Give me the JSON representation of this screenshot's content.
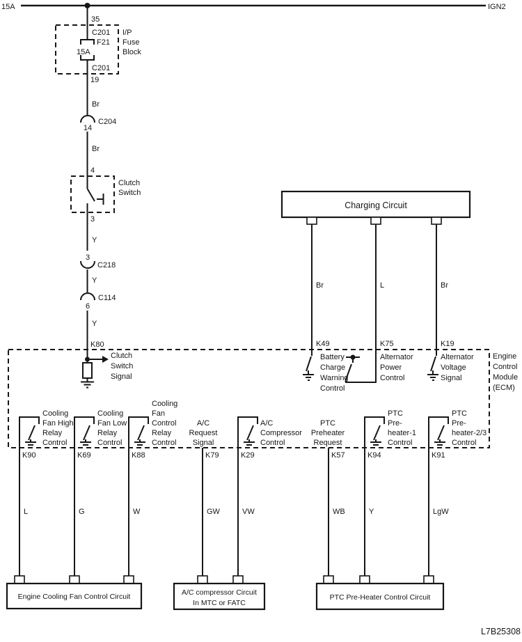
{
  "meta": {
    "doc_code": "L7B25308"
  },
  "power": {
    "fuse_rating": "15A",
    "bus_pin": "35",
    "ign": "IGN2"
  },
  "fuse_block": {
    "name": [
      "I/P",
      "Fuse",
      "Block"
    ],
    "conn_in": "C201",
    "fuse_id": "F21",
    "rating": "15A",
    "conn_out": "C201",
    "pin_out": "19"
  },
  "main_wire": {
    "w1": "Br",
    "w2": "Br",
    "w3": "Y",
    "w4": "Y",
    "w5": "Y"
  },
  "connectors": {
    "c204": {
      "id": "C204",
      "pin": "14"
    },
    "c218": {
      "id": "C218",
      "pin": "3"
    },
    "c114": {
      "id": "C114",
      "pin": "6"
    }
  },
  "clutch_switch": {
    "name": [
      "Clutch",
      "Switch"
    ],
    "pin_in": "4",
    "pin_out": "3"
  },
  "charging": {
    "label": "Charging Circuit"
  },
  "ecm": {
    "name": [
      "Engine",
      "Control",
      "Module",
      "(ECM)"
    ],
    "k80": {
      "id": "K80",
      "fn": [
        "Clutch",
        "Switch",
        "Signal"
      ]
    },
    "top_pins": [
      {
        "id": "K49",
        "wire": "Br",
        "fn": [
          "Battery",
          "Charge",
          "Warning",
          "Control"
        ]
      },
      {
        "id": "K75",
        "wire": "L",
        "fn": [
          "Alternator",
          "Power",
          "Control"
        ]
      },
      {
        "id": "K19",
        "wire": "Br",
        "fn": [
          "Alternator",
          "Voltage",
          "Signal"
        ]
      }
    ],
    "bottom_pins": [
      {
        "id": "K90",
        "wire": "L",
        "fn": [
          "Cooling",
          "Fan High",
          "Relay",
          "Control"
        ]
      },
      {
        "id": "K69",
        "wire": "G",
        "fn": [
          "Cooling",
          "Fan Low",
          "Relay",
          "Control"
        ]
      },
      {
        "id": "K88",
        "wire": "W",
        "fn": [
          "Cooling",
          "Fan",
          "Control",
          "Relay",
          "Control"
        ]
      },
      {
        "id": "K79",
        "wire": "GW",
        "fn": [
          "A/C",
          "Request",
          "Signal"
        ]
      },
      {
        "id": "K29",
        "wire": "VW",
        "fn": [
          "A/C",
          "Compressor",
          "Control"
        ]
      },
      {
        "id": "K57",
        "wire": "WB",
        "fn": [
          "PTC",
          "Preheater",
          "Request"
        ]
      },
      {
        "id": "K94",
        "wire": "Y",
        "fn": [
          "PTC",
          "Pre-",
          "heater-1",
          "Control"
        ]
      },
      {
        "id": "K91",
        "wire": "LgW",
        "fn": [
          "PTC",
          "Pre-",
          "heater-2/3",
          "Control"
        ]
      }
    ]
  },
  "bottom_boxes": [
    {
      "lines": [
        "Engine Cooling Fan Control Circuit"
      ]
    },
    {
      "lines": [
        "A/C compressor Circuit",
        "In MTC or FATC"
      ]
    },
    {
      "lines": [
        "PTC Pre-Heater Control Circuit"
      ]
    }
  ],
  "colors": {
    "ink": "#161616",
    "paper": "#ffffff"
  }
}
